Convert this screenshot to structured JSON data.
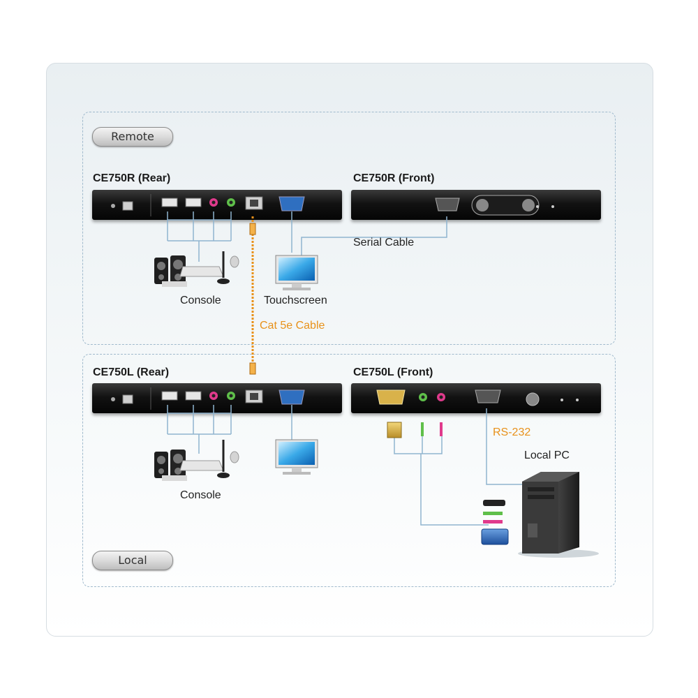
{
  "zones": {
    "remote_label": "Remote",
    "local_label": "Local"
  },
  "devices": {
    "remote_rear": "CE750R (Rear)",
    "remote_front": "CE750R (Front)",
    "local_rear": "CE750L (Rear)",
    "local_front": "CE750L (Front)"
  },
  "labels": {
    "serial_cable": "Serial Cable",
    "console_remote": "Console",
    "touchscreen": "Touchscreen",
    "cat5e_cable": "Cat 5e Cable",
    "console_local": "Console",
    "rs232": "RS-232",
    "local_pc": "Local PC"
  },
  "colors": {
    "cable_orange": "#e8911a",
    "wire_blue": "#8fb4cf",
    "device_body": "#111111"
  }
}
